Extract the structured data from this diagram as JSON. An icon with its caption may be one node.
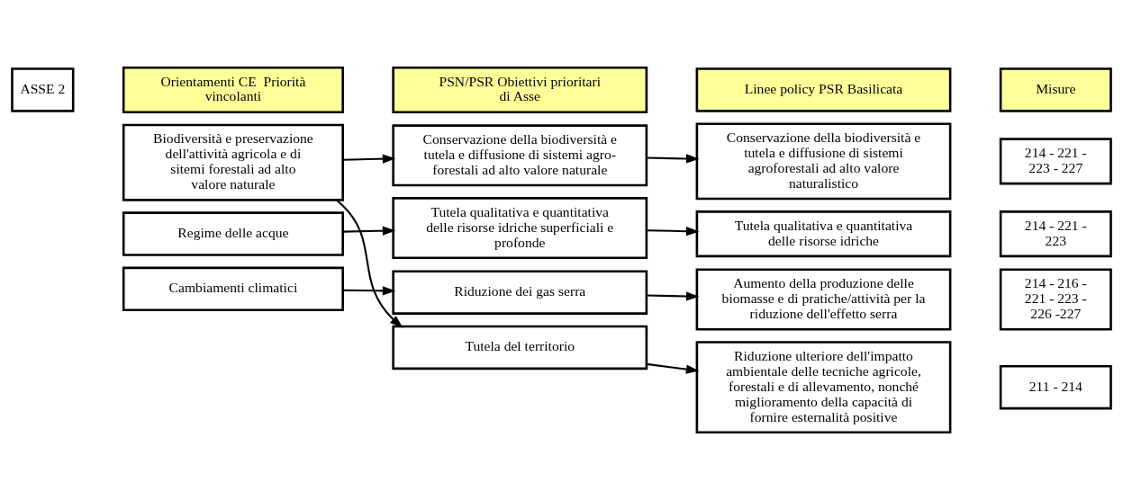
{
  "diagram": {
    "nodes": [
      {
        "text": [
          "Orientamenti CE  Priorità vincolanti"
        ]
      },
      {
        "text": [
          "PSN/PSR Obiettivi prioritari di Asse"
        ]
      },
      {
        "text": [
          "Linee policy PSR Basilicata"
        ]
      },
      {
        "text": [
          "Misure"
        ]
      },
      {
        "text": [
          "ASSE 2"
        ]
      },
      {
        "text": [
          "Biodiversità e preservazione dell'attività agricola e di sitemi forestali ad alto valore naturale"
        ]
      },
      {
        "text": [
          "Regime delle acque"
        ]
      },
      {
        "text": [
          "Cambiamenti climatici"
        ]
      },
      {
        "text": [
          "Conservazione della biodiversità e tutela e diffusione di sistemi agro-forestali ad alto valore naturale"
        ]
      },
      {
        "text": [
          "Tutela qualitativa e quantitativa delle risorse idriche superficiali e profonde"
        ]
      },
      {
        "text": [
          "Riduzione dei gas serra"
        ]
      },
      {
        "text": [
          "Tutela del territorio"
        ]
      },
      {
        "text": [
          "Conservazione della biodiversità e tutela e diffusione di sistemi agroforestali ad alto valore naturalistico"
        ]
      },
      {
        "text": [
          "Tutela qualitativa e quantitativa delle risorse idriche"
        ]
      },
      {
        "text": [
          "Aumento della produzione delle biomasse e di pratiche/attività per la riduzione dell'effetto serra"
        ]
      },
      {
        "text": [
          "Riduzione ulteriore dell'impatto ambientale delle tecniche agricole, forestali e di allevamento, nonché miglioramento della capacità di fornire esternalità positive"
        ]
      },
      {
        "text": [
          "214 - 221 - 223 - 227"
        ]
      },
      {
        "text": [
          "214 - 221 - 223"
        ]
      },
      {
        "text": [
          "214 - 216 - 221 - 223 - 226 -227"
        ]
      },
      {
        "text": [
          "211 - 214"
        ]
      }
    ],
    "edges": [
      {
        "from": 5,
        "to": 8,
        "arrow": "to"
      },
      {
        "from": 5,
        "to": 11,
        "arrow": "to"
      },
      {
        "from": 6,
        "to": 9,
        "arrow": "to"
      },
      {
        "from": 7,
        "to": 10,
        "arrow": "to"
      },
      {
        "from": 8,
        "to": 12,
        "arrow": "to"
      },
      {
        "from": 9,
        "to": 13,
        "arrow": "to"
      },
      {
        "from": 10,
        "to": 14,
        "arrow": "to"
      },
      {
        "from": 11,
        "to": 15,
        "arrow": "to"
      }
    ]
  }
}
